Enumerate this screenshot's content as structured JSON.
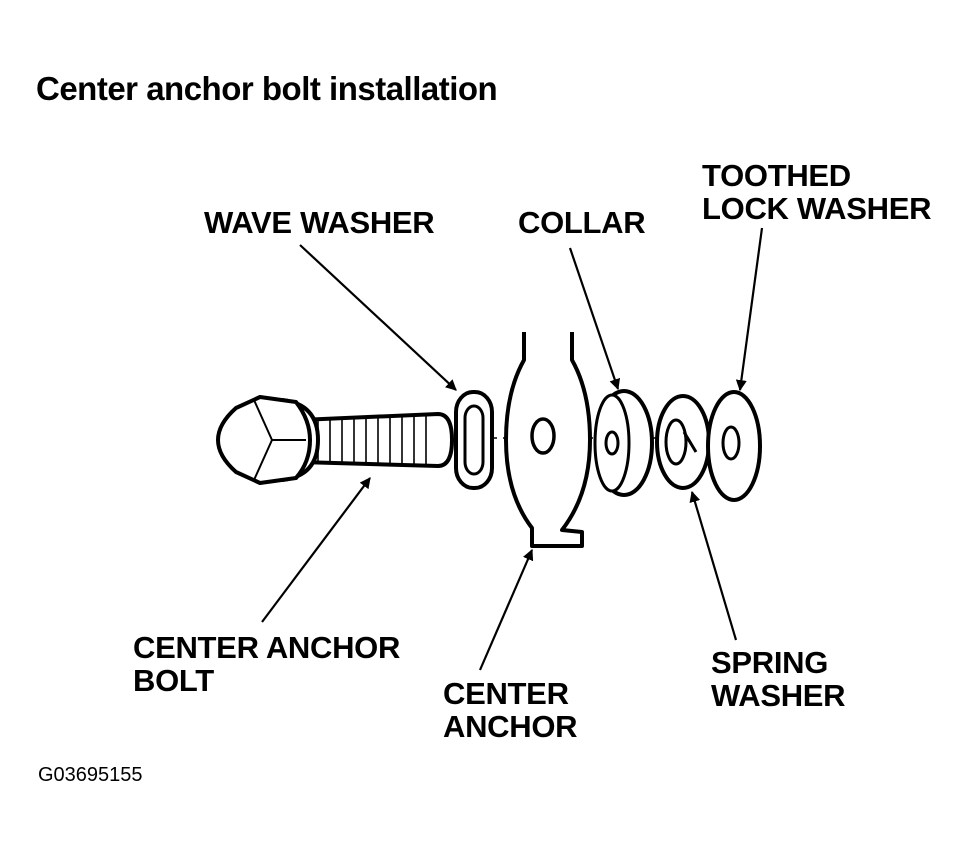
{
  "title": "Center anchor bolt installation",
  "labels": {
    "wave_washer": [
      "WAVE WASHER"
    ],
    "collar": [
      "COLLAR"
    ],
    "toothed_lock_washer": [
      "TOOTHED",
      "LOCK WASHER"
    ],
    "center_anchor_bolt": [
      "CENTER ANCHOR",
      "BOLT"
    ],
    "center_anchor": [
      "CENTER",
      "ANCHOR"
    ],
    "spring_washer": [
      "SPRING",
      "WASHER"
    ]
  },
  "figure_code": "G03695155",
  "colors": {
    "ink": "#000000",
    "paper": "#ffffff"
  }
}
